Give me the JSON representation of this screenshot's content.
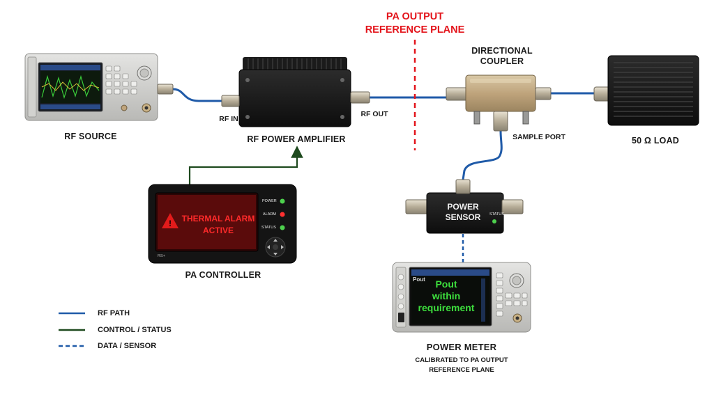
{
  "reference_plane": {
    "line1": "PA OUTPUT",
    "line2": "REFERENCE PLANE",
    "color": "#e3141b"
  },
  "devices": {
    "rf_source": {
      "label": "RF SOURCE"
    },
    "rf_power_amplifier": {
      "label": "RF POWER AMPLIFIER",
      "port_in": "RF IN",
      "port_out": "RF OUT"
    },
    "directional_coupler": {
      "label_line1": "DIRECTIONAL",
      "label_line2": "COUPLER",
      "sample_port": "SAMPLE PORT"
    },
    "load": {
      "label": "50 Ω LOAD"
    },
    "pa_controller": {
      "label": "PA CONTROLLER",
      "screen_line1": "THERMAL ALARM",
      "screen_line2": "ACTIVE",
      "indicator_power": "POWER",
      "indicator_alarm": "ALARM",
      "indicator_status": "STATUS",
      "corner_text": "RS+"
    },
    "power_sensor": {
      "label_line1": "POWER",
      "label_line2": "SENSOR",
      "status_text": "STATUS"
    },
    "power_meter": {
      "label": "POWER METER",
      "caption_line1": "CALIBRATED TO PA OUTPUT",
      "caption_line2": "REFERENCE PLANE",
      "screen_title": "Pout",
      "screen_line1": "Pout",
      "screen_line2": "within",
      "screen_line3": "requirement"
    }
  },
  "legend": [
    {
      "label": "RF PATH",
      "style": "solid",
      "color": "#1f5aa8"
    },
    {
      "label": "CONTROL / STATUS",
      "style": "solid",
      "color": "#1e4a1e"
    },
    {
      "label": "DATA / SENSOR",
      "style": "dashed",
      "color": "#1f5aa8"
    }
  ],
  "colors": {
    "rf_path": "#1f5aa8",
    "control": "#1e4a1e",
    "alarm_red": "#ff2a2a",
    "ok_green": "#3dde3d"
  }
}
